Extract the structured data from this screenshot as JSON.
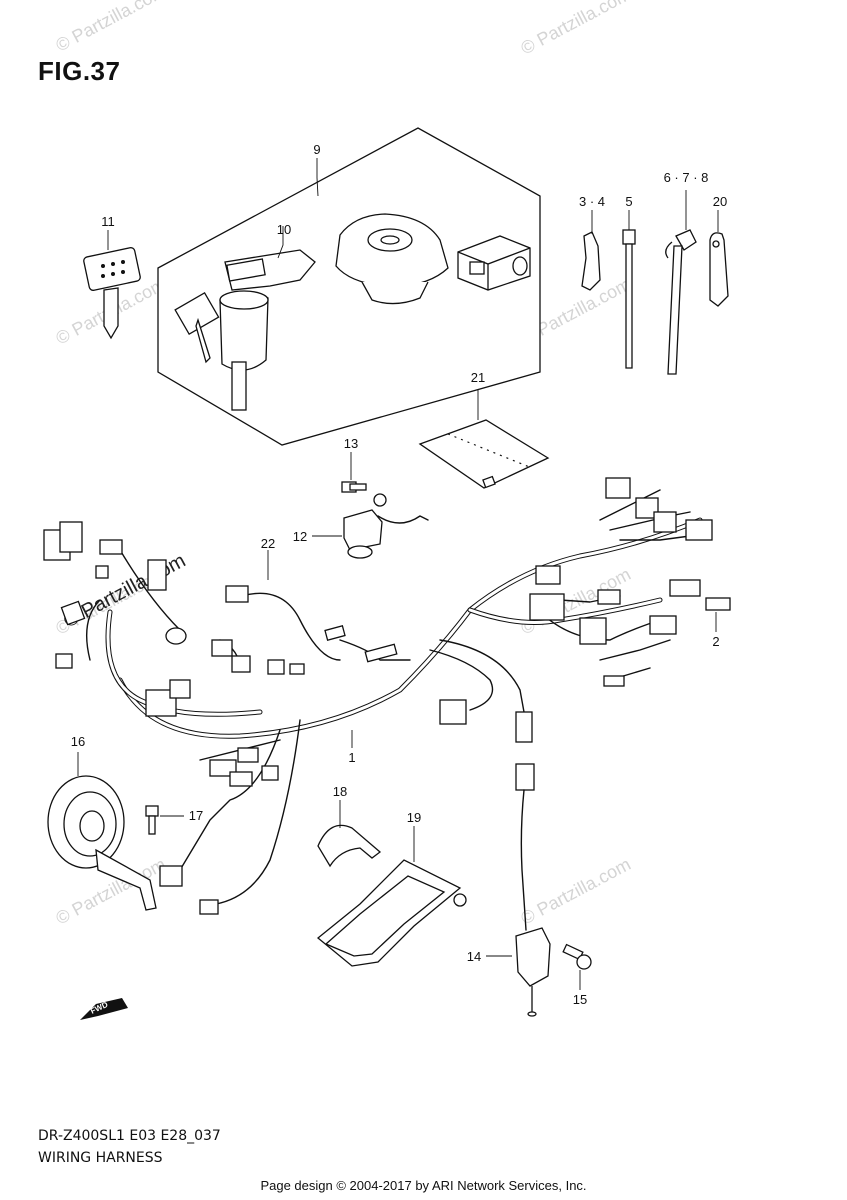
{
  "figure": {
    "title": "FIG.37",
    "model_code": "DR-Z400SL1 E03 E28_037",
    "section_name": "WIRING HARNESS",
    "footer": "Page design © 2004-2017 by ARI Network Services, Inc.",
    "fwd_label": "FWD",
    "watermark": "© Partzilla.com"
  },
  "callouts": {
    "c1": "1",
    "c2": "2",
    "c3_4": "3 · 4",
    "c5": "5",
    "c6_7_8": "6 · 7 · 8",
    "c9": "9",
    "c10": "10",
    "c11": "11",
    "c12": "12",
    "c13": "13",
    "c14": "14",
    "c15": "15",
    "c16": "16",
    "c17": "17",
    "c18": "18",
    "c19": "19",
    "c20": "20",
    "c21": "21",
    "c22": "22"
  },
  "colors": {
    "line": "#111111",
    "watermark": "#d4d4d4",
    "background": "#ffffff"
  }
}
